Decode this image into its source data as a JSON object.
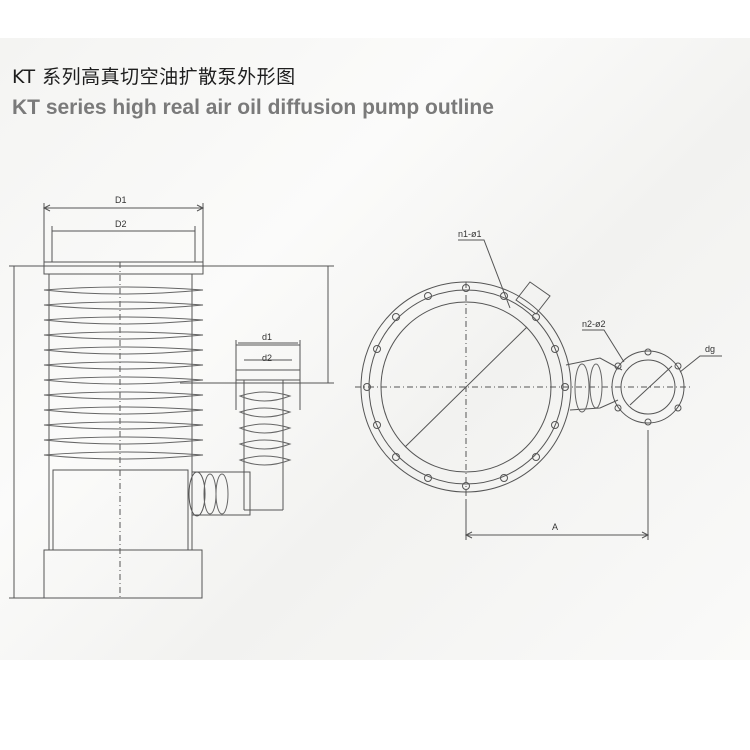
{
  "title_cn": "KT 系列高真切空油扩散泵外形图",
  "title_en": "KT series high real air oil diffusion pump outline",
  "labels": {
    "d_outer": "D1",
    "d_inner": "D2",
    "port_outer": "d1",
    "port_inner": "d2",
    "holes_main": "n1-ø1",
    "holes_port": "n2-ø2",
    "port_bore": "dg",
    "offset": "A"
  },
  "colors": {
    "line": "#555555",
    "text": "#333333"
  }
}
